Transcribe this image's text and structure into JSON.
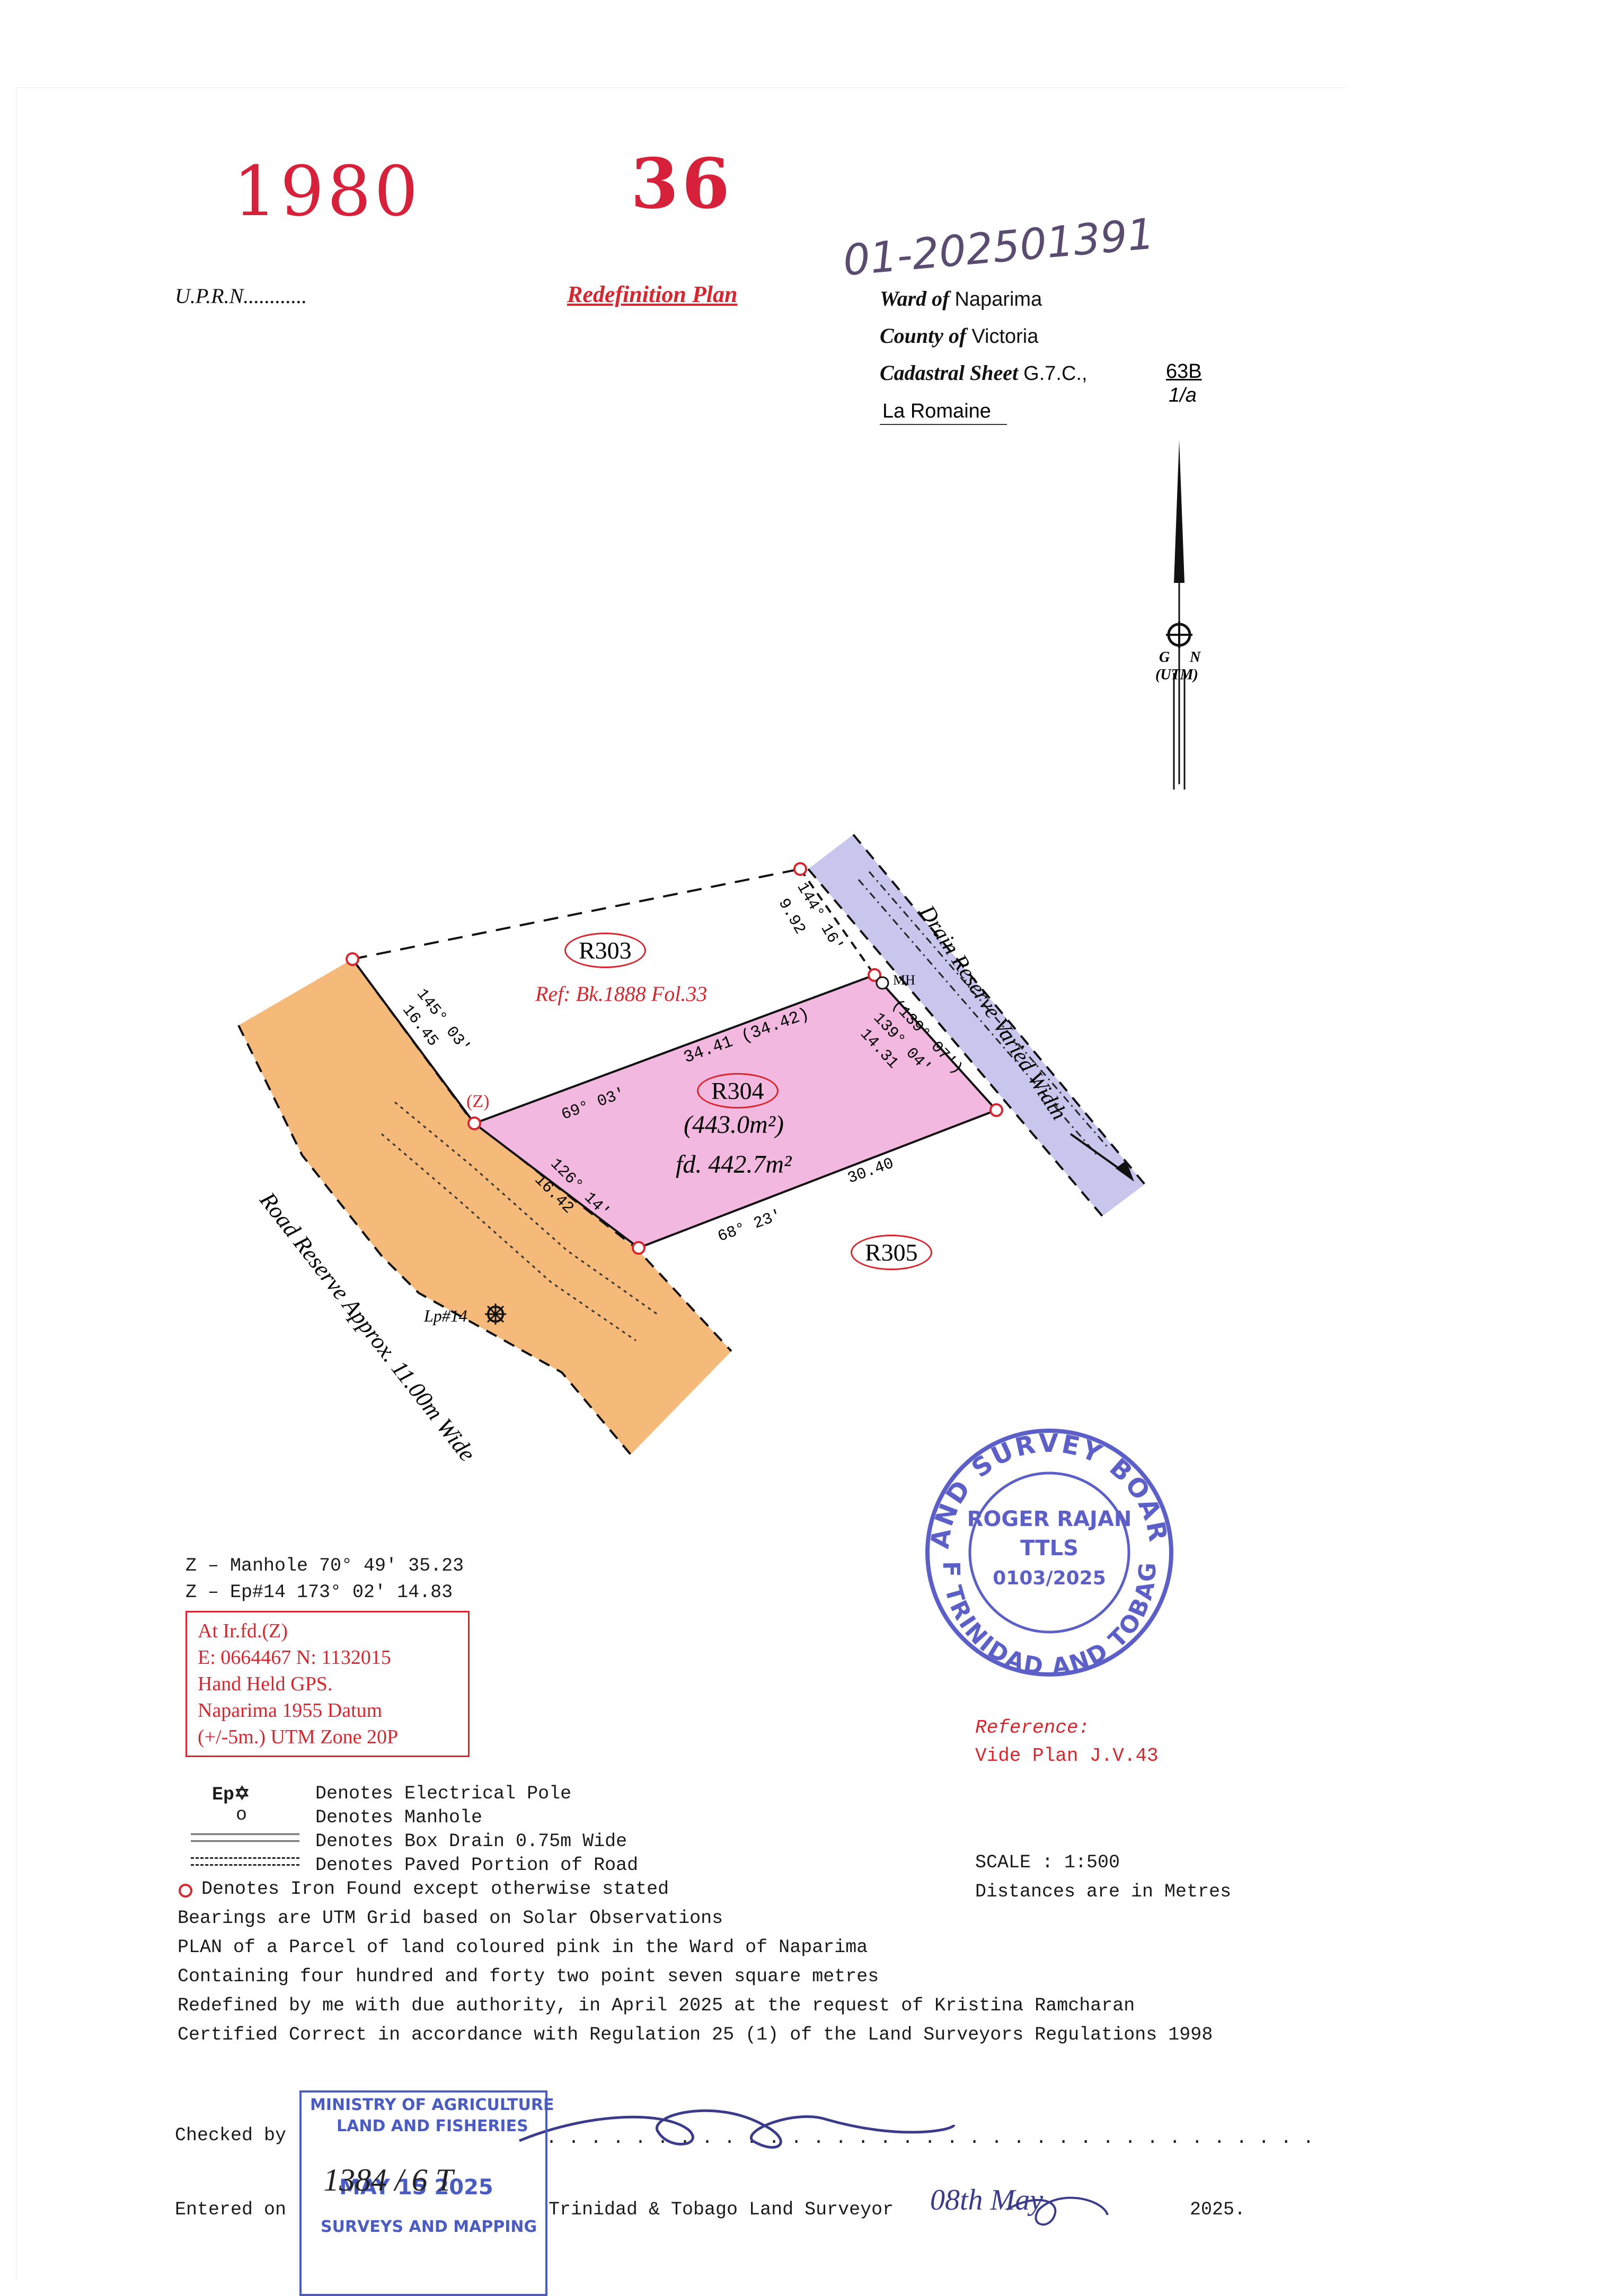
{
  "header": {
    "stamp_left": "1980",
    "stamp_right": "36",
    "upln": "U.P.R.N............",
    "plan_title": "Redefinition Plan",
    "handwritten_ref": "01-202501391",
    "ward_label": "Ward of",
    "ward_value": "Naparima",
    "county_label": "County of",
    "county_value": "Victoria",
    "cadastral_label": "Cadastral Sheet",
    "cadastral_value": "G.7.C.,",
    "cadastral_num": "63B",
    "cadastral_den": "1/a",
    "locality": "La Romaine"
  },
  "north_arrow": {
    "g_label": "G",
    "n_label": "N",
    "utm_label": "(UTM)"
  },
  "plan": {
    "r303": "R303",
    "r303_ref": "Ref: Bk.1888 Fol.33",
    "r304": "R304",
    "r304_area": "(443.0m²)",
    "r304_found": "fd. 442.7m²",
    "r305": "R305",
    "road_label": "Road   Reserve   Approx.   11.00m   Wide",
    "drain_label": "Drain Reserve Varied Width",
    "z_label": "(Z)",
    "mh_label": "MH",
    "lp_label": "Lp#14",
    "b_14416": "144° 16'",
    "d_992": "9.92",
    "b_14503": "145° 03'",
    "d_1645": "16.45",
    "d_3441": "34.41  (34.42)",
    "b_6903": "69°    03'",
    "b_13907": "(139° 07')",
    "b_13904": "139° 04'",
    "d_1431": "14.31",
    "b_12614": "126° 14'",
    "d_1642": "16.42",
    "d_3040": "30.40",
    "b_6823": "68°    23'"
  },
  "seal": {
    "top_text": "LAND SURVEY BOARD",
    "bottom_text": "OF TRINIDAD AND TOBAGO",
    "name": "ROGER RAJAN",
    "title": "TTLS",
    "number": "0103/2025"
  },
  "ties": {
    "line1": "Z  –  Manhole  70°  49'  35.23",
    "line2": "Z  –  Ep#14   173°  02'  14.83"
  },
  "gps_box": {
    "l1": "At Ir.fd.(Z)",
    "l2": "E: 0664467    N: 1132015",
    "l3": "Hand Held GPS.",
    "l4": "Naparima 1955 Datum",
    "l5": "(+/-5m.) UTM  Zone  20P"
  },
  "reference": {
    "title": "Reference:",
    "value": "Vide  Plan  J.V.43"
  },
  "legend": {
    "ep_symbol": "Ep✡",
    "ep_text": "Denotes  Electrical  Pole",
    "mh_symbol": "o",
    "mh_text": "Denotes  Manhole",
    "drain_text": "Denotes  Box  Drain  0.75m  Wide",
    "paved_text": "Denotes  Paved  Portion  of  Road",
    "iron_text": "Denotes  Iron  Found  except  otherwise  stated"
  },
  "scale": {
    "scale_text": "SCALE  :  1:500",
    "units_text": "Distances  are  in  Metres"
  },
  "certificate": {
    "l1": "Bearings  are  UTM  Grid  based  on  Solar  Observations",
    "l2": "PLAN  of  a  Parcel  of  land  coloured  pink  in  the  Ward  of  Naparima",
    "l3": "Containing  four  hundred  and  forty  two  point  seven  square  metres",
    "l4": "Redefined  by  me  with  due  authority,  in  April  2025  at  the  request  of  Kristina  Ramcharan",
    "l5": "Certified  Correct  in  accordance  with  Regulation  25  (1)  of  the  Land  Surveyors  Regulations  1998"
  },
  "footer": {
    "checked_label": "Checked  by",
    "dots": ". . . . . . . . . . . . . . . . . . . . . . . . . . . . . . . . . . .",
    "entered_label": "Entered  on",
    "ministry_line1": "MINISTRY OF AGRICULTURE",
    "ministry_line2": "LAND AND FISHERIES",
    "ministry_date": "MAY 15 2025",
    "ministry_handwritten": "1384 / 6 T",
    "ministry_line3": "SURVEYS AND MAPPING",
    "tt_surveyor": "Trinidad  &  Tobago   Land  Surveyor",
    "signed_date": "08th  May",
    "year": "2025."
  },
  "colors": {
    "parcel_pink": "#f2b8e0",
    "road_orange": "#f5b97a",
    "drain_lavender": "#c9c6ee",
    "stamp_red": "#d9262e",
    "seal_blue": "#5b5fc7"
  }
}
